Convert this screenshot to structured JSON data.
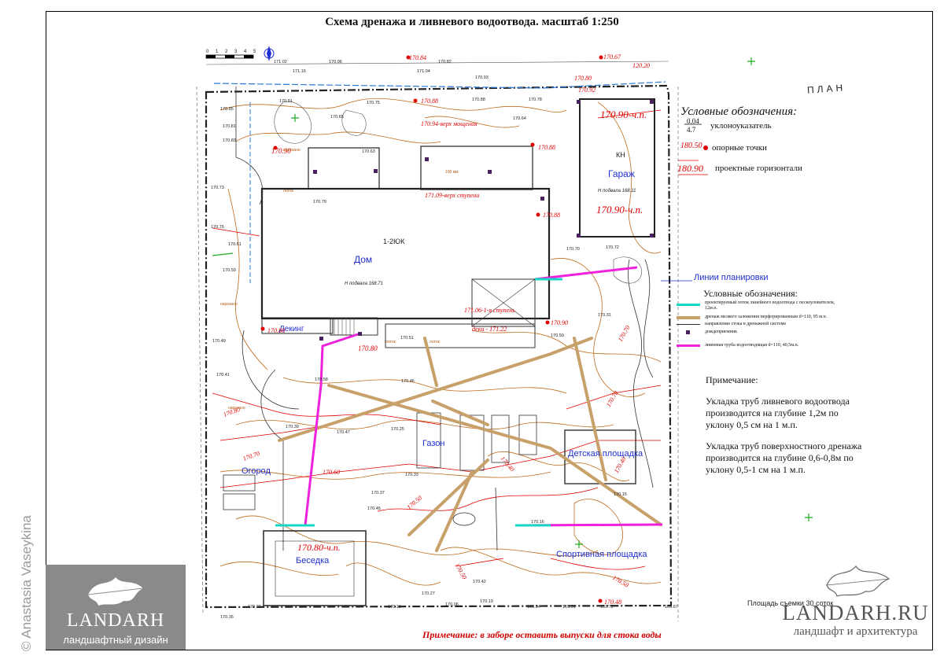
{
  "title": "Схема дренажа и ливневого водоотвода. масштаб 1:250",
  "plan_word": "ПЛАН",
  "scale_bar": {
    "ticks": [
      "0",
      "1",
      "2",
      "3",
      "4",
      "5"
    ]
  },
  "zones": {
    "house": "Дом",
    "house_floors": "1-2ЮК",
    "house_floor_level": "Н подвала 168.71",
    "garage": "Гараж",
    "garage_kn": "КН",
    "garage_floor_level": "Н подвала 168.11",
    "garage_level_1": "170.90-ч.п.",
    "garage_level_2": "170.90-ч.п.",
    "decking": "Декинг",
    "lawn": "Газон",
    "garden": "Огород",
    "gazebo": "Беседка",
    "playground": "Детская площадка",
    "sports": "Спортивная площадка",
    "planning_lines": "Линии планировки"
  },
  "red_marks": {
    "m1": "170.84",
    "m2": "170.67",
    "m3": "120.20",
    "m4": "170.80",
    "m5": "170.92",
    "m6": "170.94-верх мощения",
    "m7": "171.09-верх ступени",
    "m8": "171.06-1-я ступень",
    "m9": "деки - 171.22",
    "m10": "170.80",
    "m11": "170.90",
    "m12": "170.88",
    "m13": "170.88",
    "m14": "170.80-ч.п.",
    "m15": "170.48",
    "m16": "170.88",
    "m17": "170.80",
    "m18": "170.90",
    "m19": "170.60",
    "m20": "170.70",
    "m21": "170.50",
    "m22": "170.50",
    "m23": "170.40",
    "m24": "170.50",
    "m25": "170.40",
    "m26": "170.70",
    "m27": "170.70",
    "m28": "170.80"
  },
  "legend_top": {
    "heading": "Условные обозначения:",
    "slope_top": "0.04",
    "slope_bottom": "4.7",
    "slope_label": "уклоноуказатель",
    "ref_value": "180.50",
    "ref_label": "опорные точки",
    "proj_value": "180.90",
    "proj_label": "проектные горизонтали"
  },
  "legend_bottom": {
    "heading": "Условные обозначения:",
    "item1": "проектируемый лоток линейного водоотвода с пескоуловителем, 12м.п.",
    "item2": "дренаж мелкого заложения перфорированным d=110, 95 м.п.",
    "item3": "направление стока в дренажной системе",
    "item4": "дождеприемник",
    "item5": "ливневая труба водоотводящая d=110, 40,5м.п.",
    "colors": {
      "cyan": "#16d8c4",
      "tan": "#c8a06a",
      "magenta": "#ee22dd",
      "dark": "#333333"
    }
  },
  "notes": {
    "heading": "Примечание:",
    "p1": "Укладка труб ливневого водоотвода производится на глубине 1,2м по уклону 0,5 см на 1 м.п.",
    "p2": "Укладка труб поверхностного дренажа производится на глубине 0,6-0,8м по уклону 0,5-1 см на 1 м.п."
  },
  "bottom_note": "Примечание: в заборе оставить выпуски для стока воды",
  "area_label": "Площадь съемки 30 соток",
  "brand_left": {
    "name": "LANDARH",
    "sub": "ландшафтный дизайн"
  },
  "brand_right": {
    "name": "LANDARH.RU",
    "sub": "ландшафт и архитектура"
  },
  "copyright": "© Anastasia Vaseykina",
  "spot_elevations": [
    "171.02",
    "170.96",
    "171.16",
    "171.04",
    "170.82",
    "170.91",
    "170.88",
    "170.79",
    "170.85",
    "170.73",
    "170.75",
    "170.81",
    "170.83",
    "170.76",
    "170.78",
    "170.61",
    "170.65",
    "170.93",
    "170.64",
    "170.70",
    "170.63",
    "170.72",
    "170.59",
    "170.50",
    "170.49",
    "170.46",
    "170.51",
    "170.47",
    "170.37",
    "170.39",
    "170.45",
    "170.58",
    "170.41",
    "170.31",
    "170.25",
    "170.33",
    "170.42",
    "170.27",
    "170.16",
    "170.19",
    "170.06",
    "170.13",
    "170.15",
    "169.91",
    "169.94",
    "169.72",
    "169.67",
    "170.35",
    "170.21"
  ],
  "spot_tags": [
    "нарезано",
    "нарезано",
    "нарезано",
    "лоток",
    "лоток",
    "лоток",
    "100 мм"
  ]
}
